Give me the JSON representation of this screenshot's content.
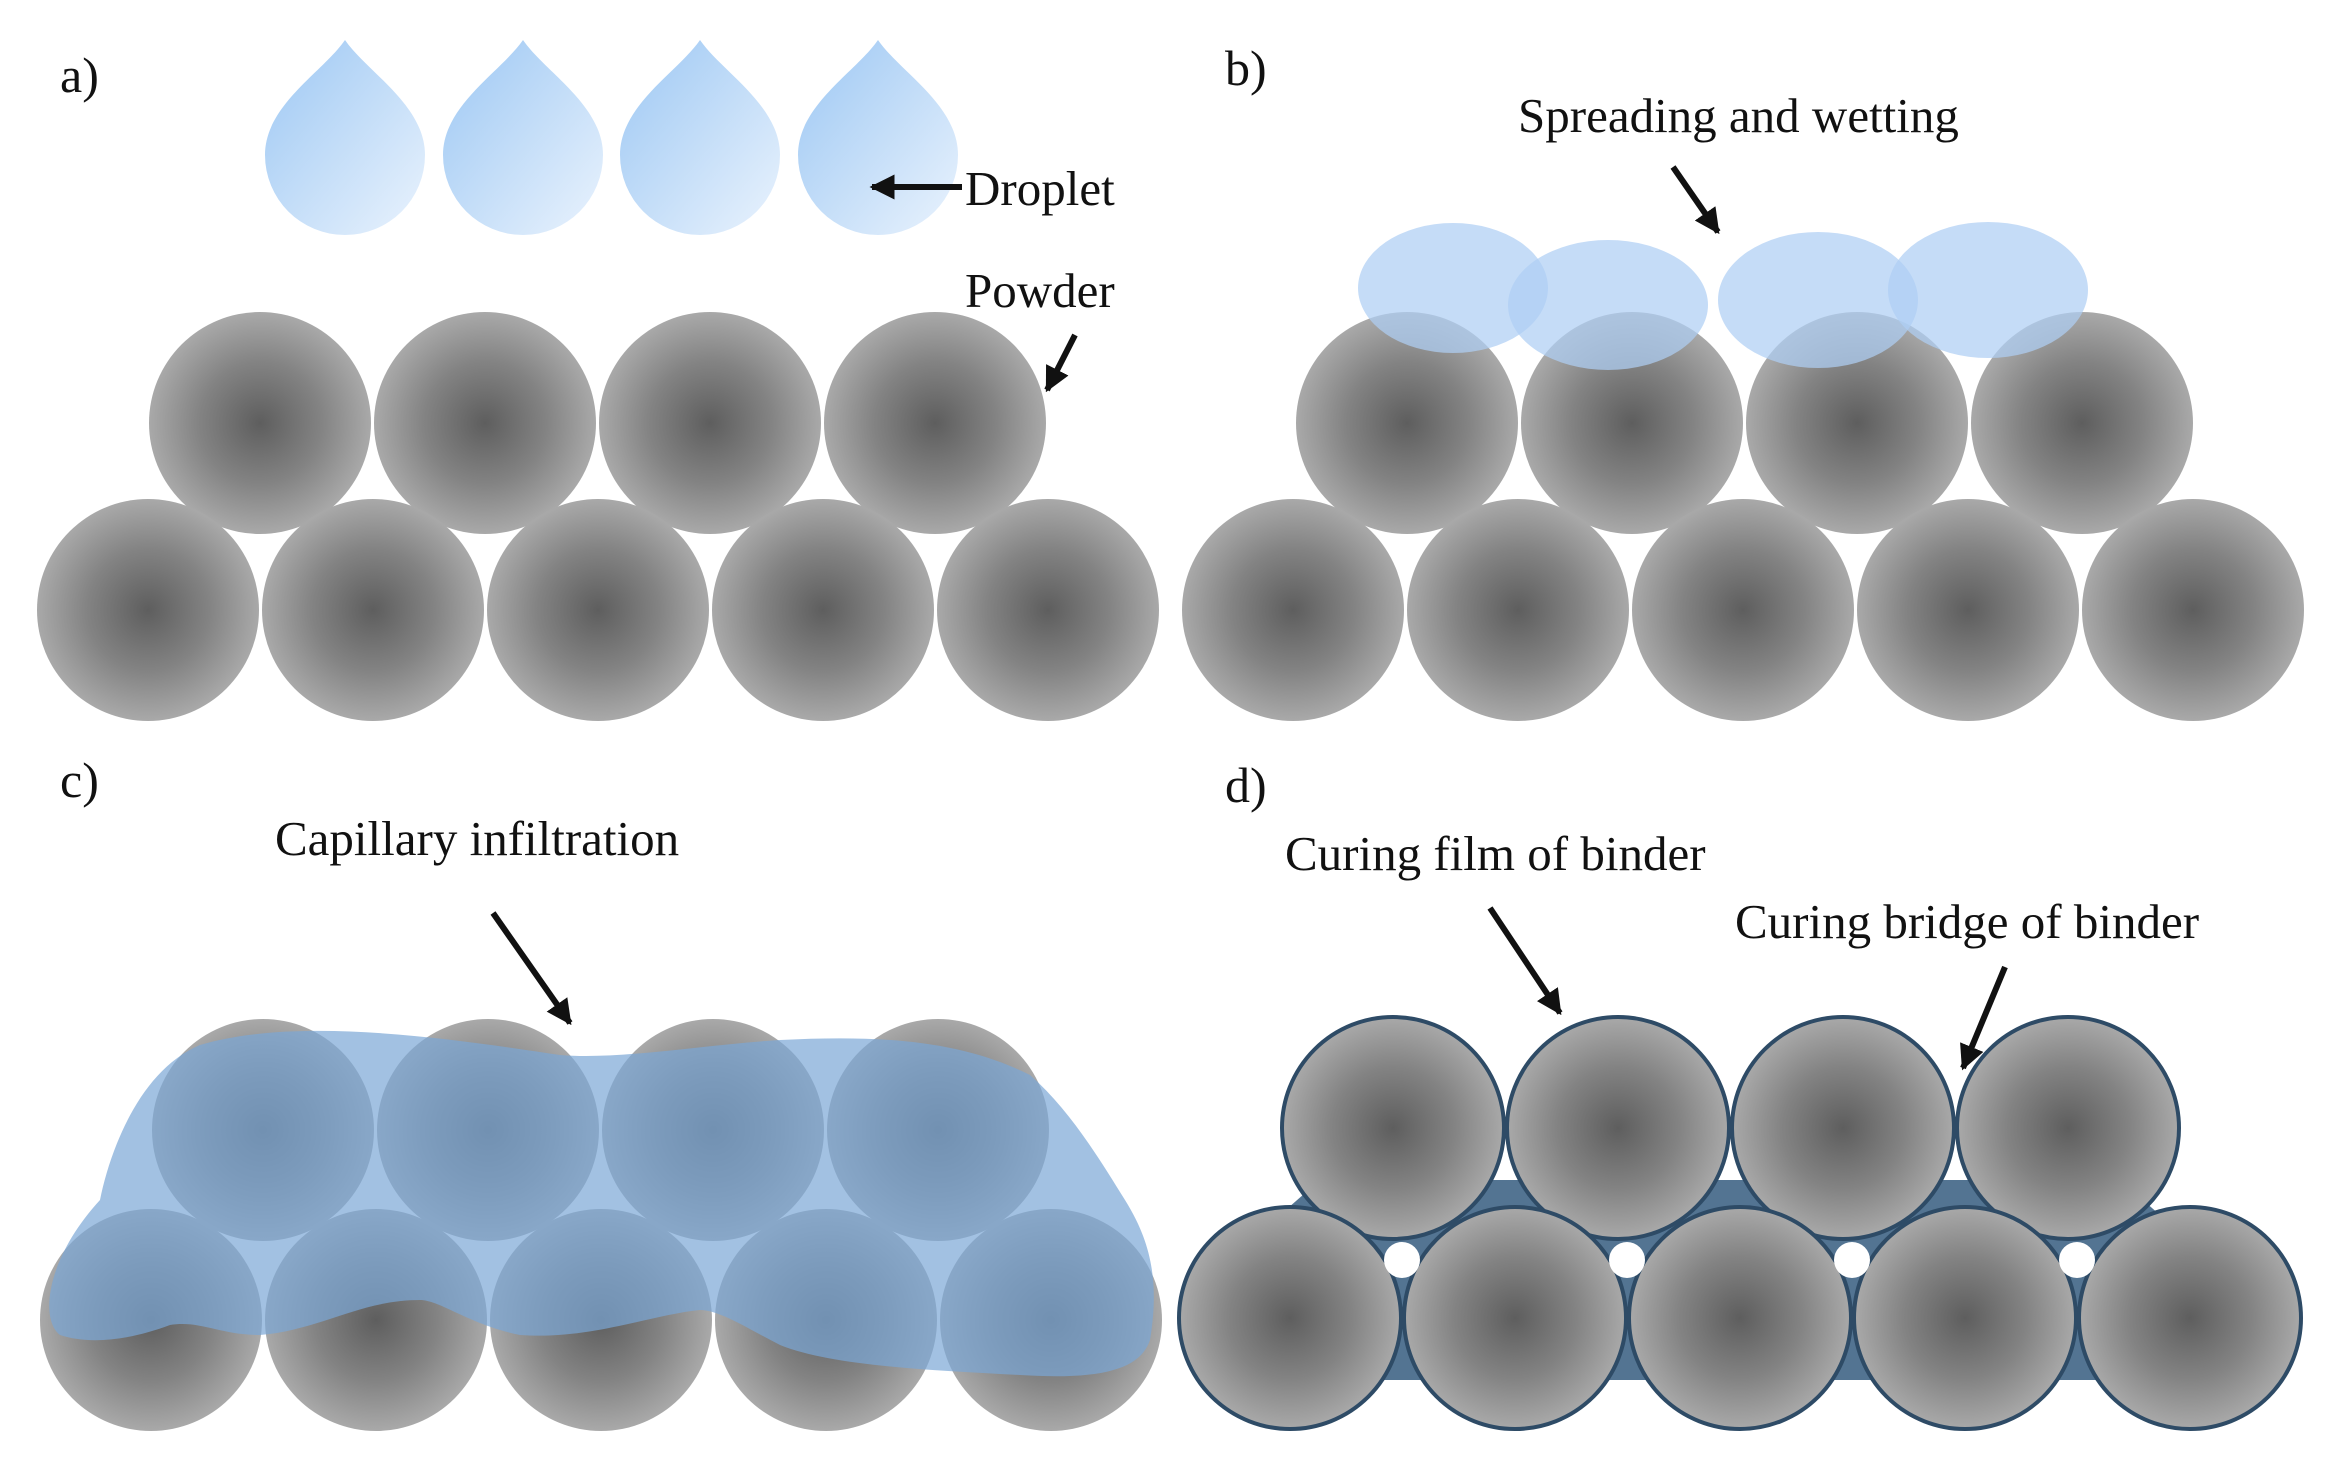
{
  "colors": {
    "particle_center": "#5e5e5e",
    "particle_mid": "#838383",
    "particle_edge": "#a9a9a9",
    "droplet_dark": "#9cc7f3",
    "droplet_light": "#eaf3fd",
    "liquid": "#aecff4",
    "infiltration": "#7ba7d6",
    "cured_binder": "#4a6d8c",
    "cured_outline": "#2e4b66",
    "arrow": "#111111"
  },
  "panels": [
    {
      "id": "a",
      "label": "a)",
      "annotations": [
        {
          "text": "Droplet"
        },
        {
          "text": "Powder"
        }
      ]
    },
    {
      "id": "b",
      "label": "b)",
      "annotations": [
        {
          "text": "Spreading and wetting"
        }
      ]
    },
    {
      "id": "c",
      "label": "c)",
      "annotations": [
        {
          "text": "Capillary infiltration"
        }
      ]
    },
    {
      "id": "d",
      "label": "d)",
      "annotations": [
        {
          "text": "Curing film of binder"
        },
        {
          "text": "Curing bridge of binder"
        }
      ]
    }
  ]
}
